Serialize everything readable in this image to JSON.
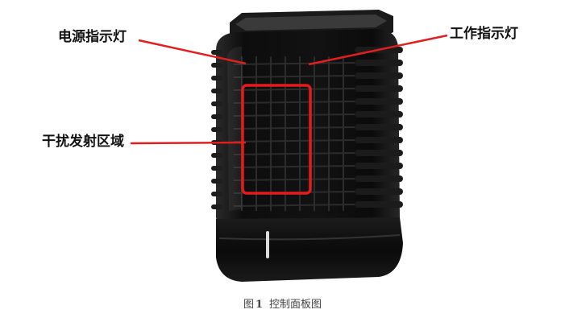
{
  "labels": {
    "power_indicator": "电源指示灯",
    "work_indicator": "工作指示灯",
    "jamming_area": "干扰发射区域"
  },
  "caption": {
    "prefix": "图",
    "number": "1",
    "text": "控制面板图"
  },
  "colors": {
    "callout": "#e02020",
    "device_body": "#0c0c0c",
    "highlight_box": "#e31b1b"
  }
}
